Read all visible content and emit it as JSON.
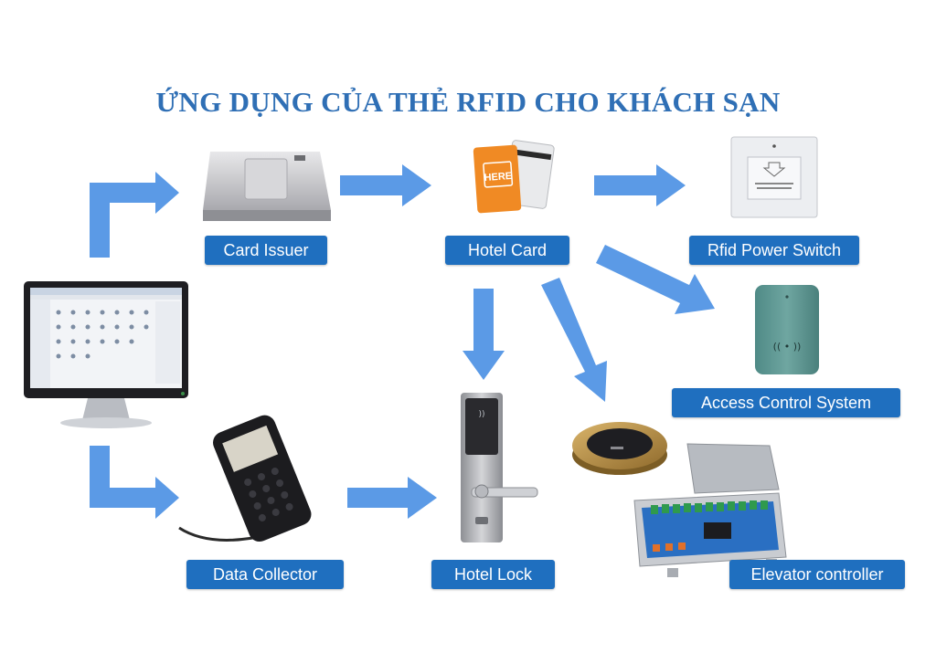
{
  "title": "ỨNG DỤNG CỦA THẺ RFID CHO KHÁCH SẠN",
  "nodes": {
    "card_issuer": "Card Issuer",
    "hotel_card": "Hotel Card",
    "rfid_power_switch": "Rfid Power Switch",
    "access_control_system": "Access Control System",
    "data_collector": "Data Collector",
    "hotel_lock": "Hotel Lock",
    "elevator_controller": "Elevator controller"
  },
  "card_text": "HERE",
  "colors": {
    "arrow": "#5b9ae6",
    "label_bg": "#1f6fbf",
    "title": "#2f6fb5",
    "card": "#f08a24"
  },
  "icons": [
    "computer-monitor-icon",
    "card-issuer-device-icon",
    "hotel-card-icon",
    "power-switch-icon",
    "access-reader-icon",
    "data-collector-icon",
    "hotel-lock-icon",
    "reader-pad-icon",
    "elevator-controller-icon"
  ]
}
